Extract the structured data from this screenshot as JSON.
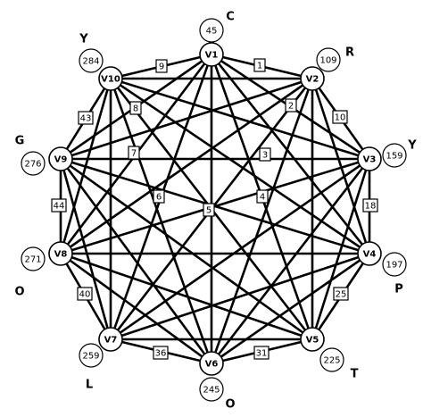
{
  "graph": {
    "nodes": [
      {
        "id": "V1",
        "label": "V1",
        "weight": "45",
        "letter": "C"
      },
      {
        "id": "V2",
        "label": "V2",
        "weight": "109",
        "letter": "R"
      },
      {
        "id": "V3",
        "label": "V3",
        "weight": "159",
        "letter": "Y"
      },
      {
        "id": "V4",
        "label": "V4",
        "weight": "197",
        "letter": "P"
      },
      {
        "id": "V5",
        "label": "V5",
        "weight": "225",
        "letter": "T"
      },
      {
        "id": "V6",
        "label": "V6",
        "weight": "245",
        "letter": "O"
      },
      {
        "id": "V7",
        "label": "V7",
        "weight": "259",
        "letter": "L"
      },
      {
        "id": "V8",
        "label": "V8",
        "weight": "271",
        "letter": "O"
      },
      {
        "id": "V9",
        "label": "V9",
        "weight": "276",
        "letter": "G"
      },
      {
        "id": "V10",
        "label": "V10",
        "weight": "284",
        "letter": "Y"
      }
    ],
    "edge_labels": [
      {
        "from": "V1",
        "to": "V2",
        "label": "1"
      },
      {
        "from": "V10",
        "to": "V1",
        "label": "9"
      },
      {
        "from": "V2",
        "to": "V3",
        "label": "10"
      },
      {
        "from": "V3",
        "to": "V4",
        "label": "18"
      },
      {
        "from": "V4",
        "to": "V5",
        "label": "25"
      },
      {
        "from": "V5",
        "to": "V6",
        "label": "31"
      },
      {
        "from": "V6",
        "to": "V7",
        "label": "36"
      },
      {
        "from": "V7",
        "to": "V8",
        "label": "40"
      },
      {
        "from": "V8",
        "to": "V9",
        "label": "44"
      },
      {
        "from": "V9",
        "to": "V10",
        "label": "43"
      },
      {
        "from": "V2",
        "to": "V10",
        "label": "2"
      },
      {
        "from": "V2",
        "to": "V9",
        "label": "3"
      },
      {
        "from": "V2",
        "to": "V8",
        "label": "4"
      },
      {
        "from": "V3",
        "to": "V8",
        "label": "5"
      },
      {
        "from": "V3",
        "to": "V9",
        "label": "7"
      },
      {
        "from": "V9",
        "to": "V3",
        "label": "6"
      },
      {
        "from": "V10",
        "to": "V3",
        "label": "8"
      }
    ]
  }
}
